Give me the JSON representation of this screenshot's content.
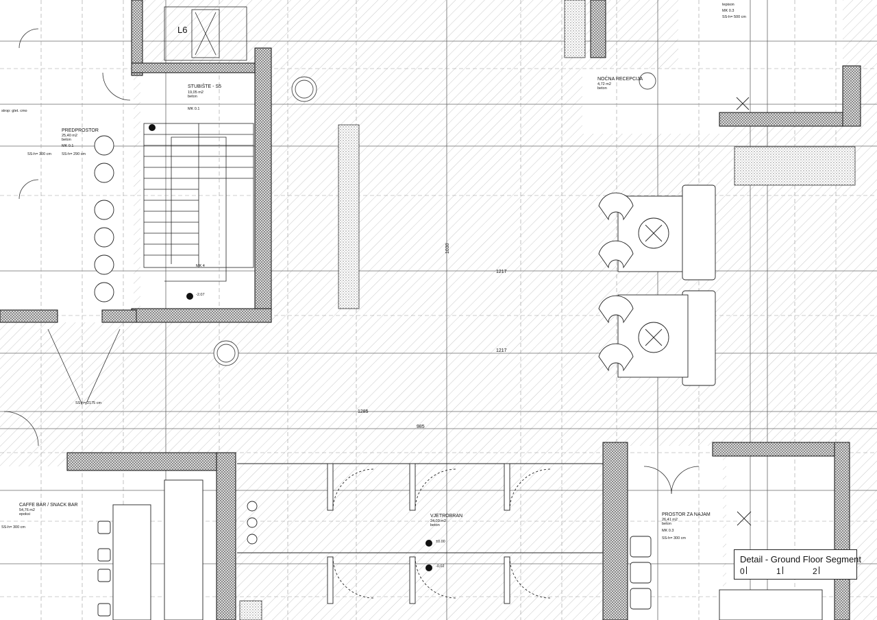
{
  "rooms": {
    "predprostor": {
      "name": "PREDPROSTOR",
      "area": "25,40 m2",
      "floor": "beton",
      "mk": "MK 0.1",
      "ss": "SS-h= 290 cm"
    },
    "stubiste": {
      "name": "STUBIŠTE - S5",
      "area": "19,05 m2",
      "floor": "beton",
      "mk": "MK 0.1"
    },
    "nocna": {
      "name": "NOĆNA RECEPCIJA",
      "area": "4,72 m2",
      "floor": "beton"
    },
    "caffe": {
      "name": "CAFFE BAR / SNACK BAR",
      "area": "54,76 m2",
      "floor": "epoksi",
      "ss": "SS-h= 300 cm"
    },
    "vjetrobran": {
      "name": "VJETROBRAN",
      "area": "24,03 m2",
      "floor": "beton"
    },
    "najam": {
      "name": "PROSTOR ZA NAJAM",
      "area": "26,41 m2",
      "floor": "beton",
      "mk": "MK 0.3",
      "ss": "SS-h= 300 cm"
    },
    "top": {
      "floor": "tepison",
      "mk": "MK 0.3",
      "ss": "SS-h= 500 cm"
    }
  },
  "labels": {
    "l6": "L6",
    "mk4": "MK 4",
    "lev1": "±0.00",
    "lev2": "-0,02",
    "lev3": "-2.07",
    "ss_corr": "SS-h= 300 cm",
    "ss_mid": "SS-h= 2175 cm",
    "strop": "strop: glet. cmo",
    "dim_1217": "1217",
    "dim_1030": "1030",
    "dim_985": "985",
    "dim_1285": "1285"
  },
  "title_block": {
    "title": "Detail - Ground Floor Segment",
    "s0": "0",
    "s1": "1",
    "s2": "2"
  }
}
